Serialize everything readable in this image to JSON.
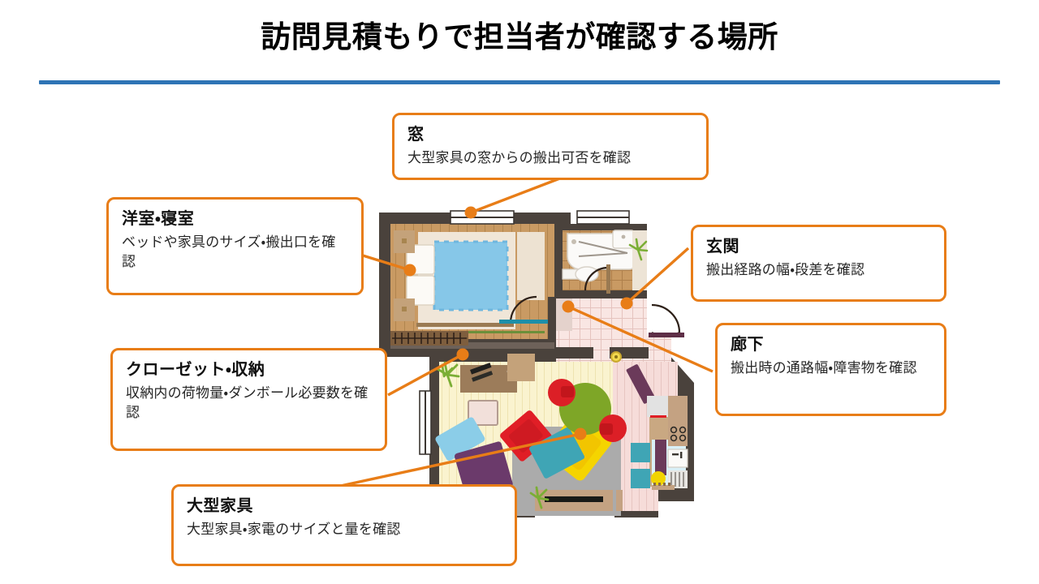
{
  "slide": {
    "title": "訪問見積もりで担当者が確認する場所",
    "accent_color": "#E87D17",
    "rule_color": "#2E74B5",
    "background": "#FFFFFF"
  },
  "callouts": [
    {
      "id": "window",
      "title": "窓",
      "desc": "大型家具の窓からの搬出可否を確認"
    },
    {
      "id": "bedroom",
      "title": "洋室・寝室",
      "desc": "ベッドや家具のサイズ・搬出口を確認"
    },
    {
      "id": "closet",
      "title": "クローゼット・収納",
      "desc": "収納内の荷物量・ダンボール必要数を確認"
    },
    {
      "id": "furniture",
      "title": "大型家具",
      "desc": "大型家具・家電のサイズと量を確認"
    },
    {
      "id": "entrance",
      "title": "玄関",
      "desc": "搬出経路の幅・段差を確認"
    },
    {
      "id": "hall",
      "title": "廊下",
      "desc": "搬出時の通路幅・障害物を確認"
    }
  ],
  "floorplan": {
    "rooms": [
      {
        "name": "洋室・寝室",
        "floor_color": "#C99A63"
      },
      {
        "name": "浴室・洗面",
        "floor_color": "#C99A63"
      },
      {
        "name": "玄関",
        "floor_color": "#F7E0DE"
      },
      {
        "name": "廊下",
        "floor_color": "#F6DCD9"
      },
      {
        "name": "リビング",
        "floor_color": "#FAF3CF"
      },
      {
        "name": "キッチン",
        "floor_color": "#C9A882"
      }
    ],
    "wall_color": "#4A423C",
    "furniture": [
      "bed",
      "pillow",
      "closet",
      "bathtub",
      "toilet",
      "washbasin",
      "desk",
      "chair",
      "sofa-red",
      "sofa-yellow",
      "dining-table-green",
      "chair-red",
      "rug-grey",
      "cushion-blue",
      "cushion-purple",
      "cushion-teal",
      "kitchen-stove",
      "kitchen-sink",
      "tv-stand",
      "plant"
    ]
  }
}
